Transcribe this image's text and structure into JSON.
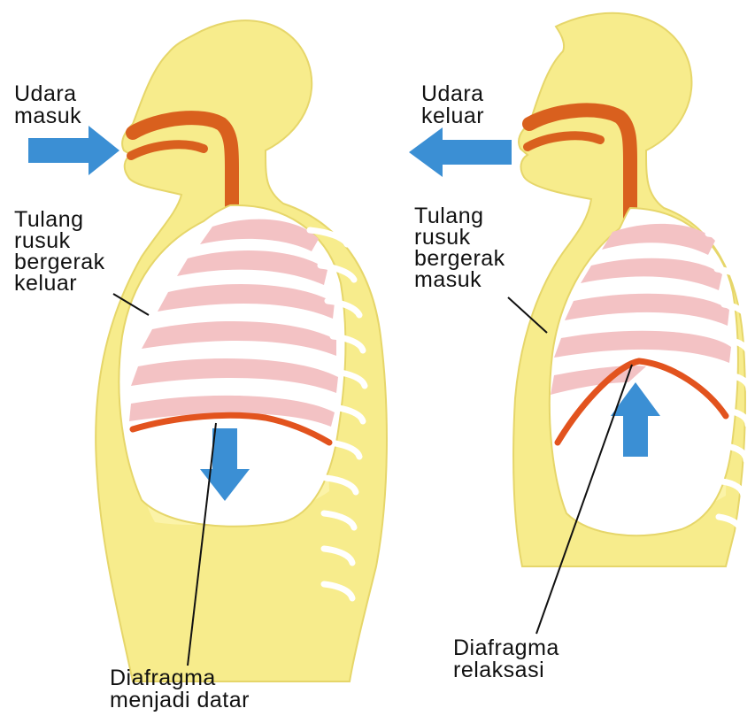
{
  "colors": {
    "body": "#f7ec8c",
    "body_outline": "#e6d66a",
    "airway": "#d9601e",
    "lung": "#f3c2c4",
    "rib": "#ffffff",
    "abdomen": "#fbf3a8",
    "diaphragm": "#e2531e",
    "arrow": "#3b8fd4",
    "line": "#111111"
  },
  "left_panel": {
    "air_label": [
      "Udara",
      "masuk"
    ],
    "rib_label": [
      "Tulang",
      "rusuk",
      "bergerak",
      "keluar"
    ],
    "diaphragm_label": [
      "Diafragma",
      "menjadi datar"
    ],
    "air_arrow_icon": "arrow-right-icon",
    "diaphragm_arrow_icon": "arrow-down-icon"
  },
  "right_panel": {
    "air_label": [
      "Udara",
      "keluar"
    ],
    "rib_label": [
      "Tulang",
      "rusuk",
      "bergerak",
      "masuk"
    ],
    "diaphragm_label": [
      "Diafragma",
      "relaksasi"
    ],
    "air_arrow_icon": "arrow-left-icon",
    "diaphragm_arrow_icon": "arrow-up-icon"
  }
}
